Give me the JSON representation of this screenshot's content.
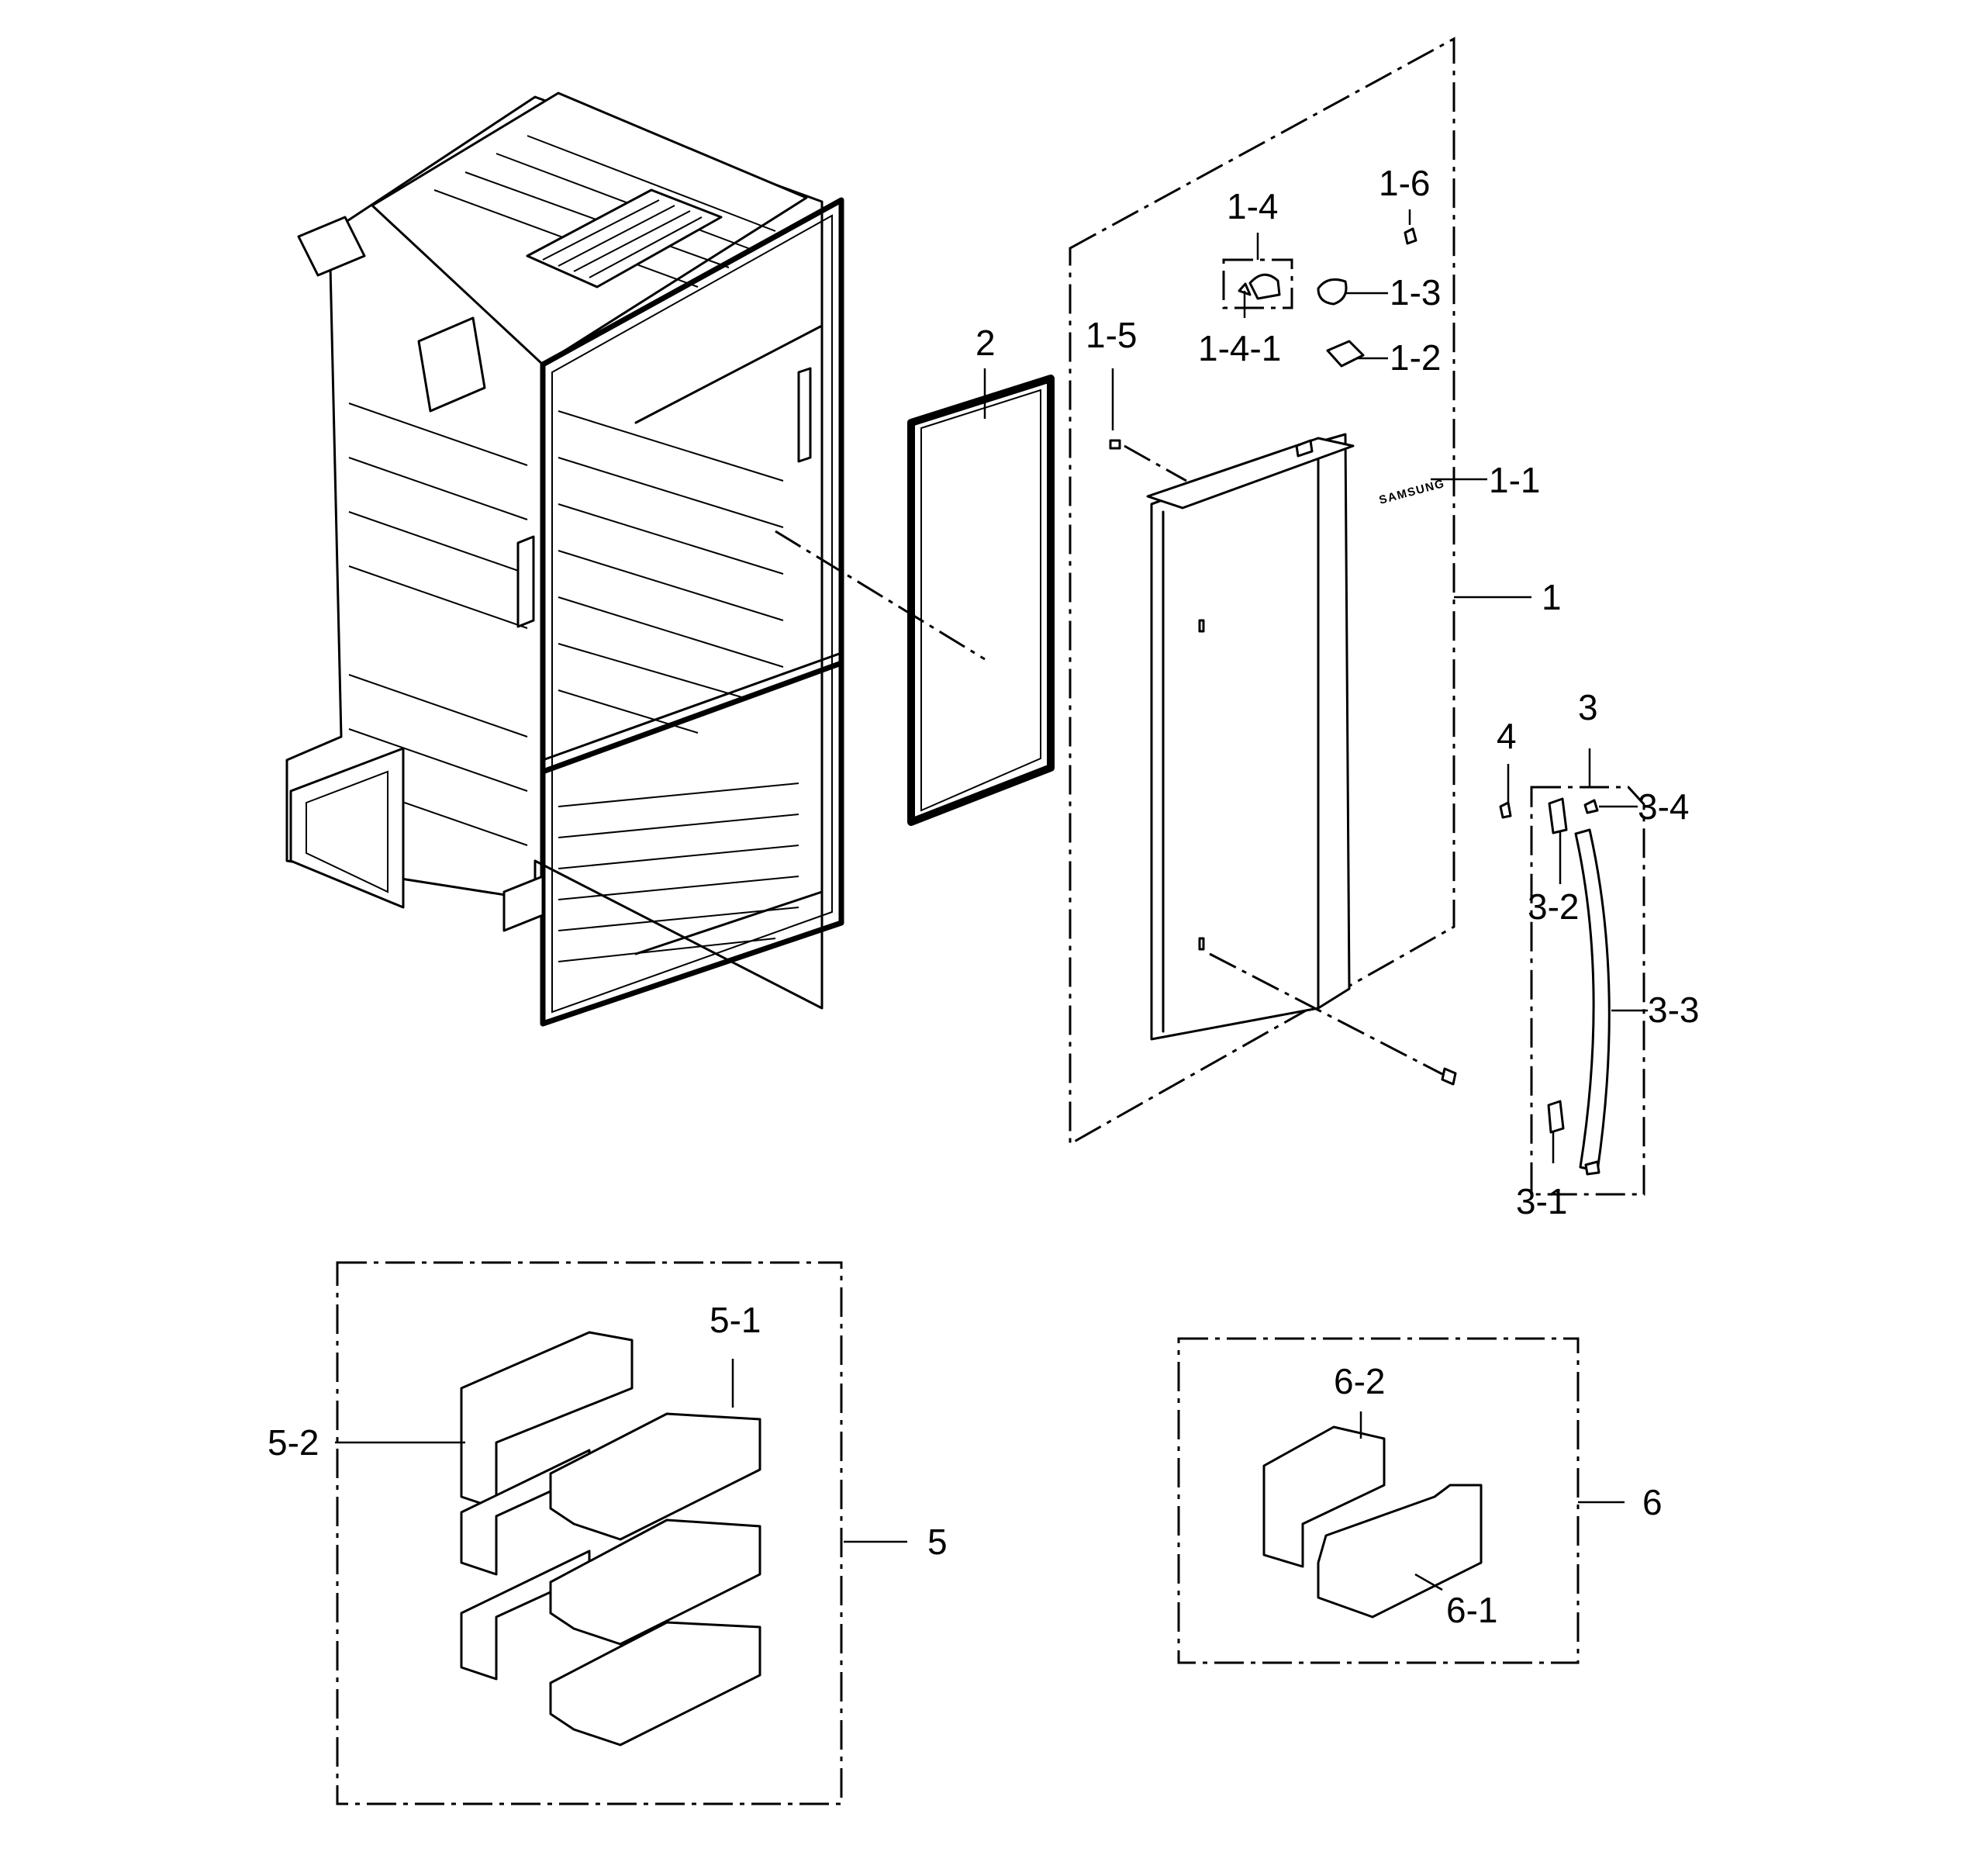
{
  "labels": {
    "l1": "1",
    "l1_1": "1-1",
    "l1_2": "1-2",
    "l1_3": "1-3",
    "l1_4": "1-4",
    "l1_4_1": "1-4-1",
    "l1_5": "1-5",
    "l1_6": "1-6",
    "l2": "2",
    "l3": "3",
    "l3_1": "3-1",
    "l3_2": "3-2",
    "l3_3": "3-3",
    "l3_4": "3-4",
    "l4": "4",
    "l5": "5",
    "l5_1": "5-1",
    "l5_2": "5-2",
    "l6": "6",
    "l6_1": "6-1",
    "l6_2": "6-2"
  },
  "brand_text": "SAMSUNG"
}
